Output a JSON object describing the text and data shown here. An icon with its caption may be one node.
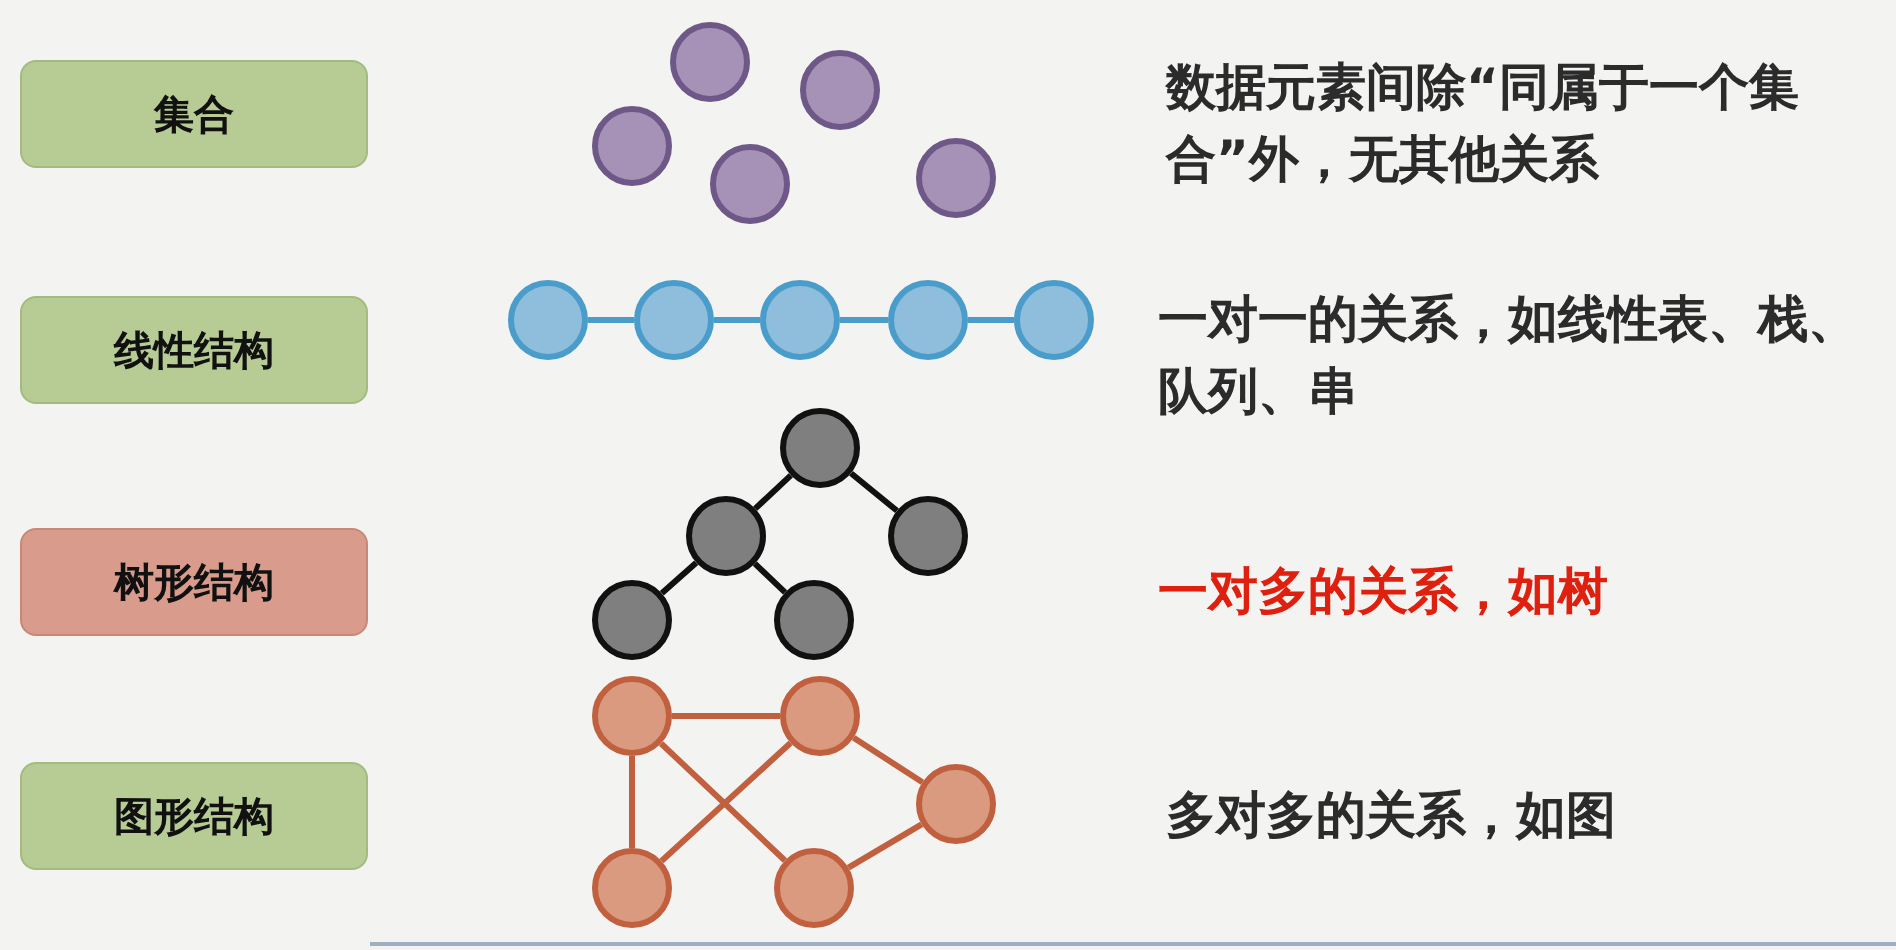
{
  "diagram": {
    "nodes": [
      {
        "text": [
          "集合"
        ]
      },
      {
        "text": [
          "线性结构"
        ]
      },
      {
        "text": [
          "树形结构"
        ]
      },
      {
        "text": [
          "图形结构"
        ]
      },
      {
        "text": [],
        "shape": "circle"
      },
      {
        "text": [],
        "shape": "circle"
      },
      {
        "text": [],
        "shape": "circle"
      },
      {
        "text": [],
        "shape": "circle"
      },
      {
        "text": [],
        "shape": "circle"
      },
      {
        "text": [],
        "shape": "circle"
      },
      {
        "text": [],
        "shape": "circle"
      },
      {
        "text": [],
        "shape": "circle"
      },
      {
        "text": [],
        "shape": "circle"
      },
      {
        "text": [],
        "shape": "circle"
      },
      {
        "text": [],
        "shape": "circle"
      },
      {
        "text": [],
        "shape": "circle"
      },
      {
        "text": [],
        "shape": "circle"
      },
      {
        "text": [],
        "shape": "circle"
      },
      {
        "text": [],
        "shape": "circle"
      },
      {
        "text": [],
        "shape": "circle"
      },
      {
        "text": [],
        "shape": "circle"
      },
      {
        "text": [],
        "shape": "circle"
      },
      {
        "text": [],
        "shape": "circle"
      },
      {
        "text": [],
        "shape": "circle"
      }
    ],
    "edges": [
      {
        "from": 9,
        "to": 10,
        "arrow": "none",
        "color": "#4a9ccb"
      },
      {
        "from": 10,
        "to": 11,
        "arrow": "none",
        "color": "#4a9ccb"
      },
      {
        "from": 11,
        "to": 12,
        "arrow": "none",
        "color": "#4a9ccb"
      },
      {
        "from": 12,
        "to": 13,
        "arrow": "none",
        "color": "#4a9ccb"
      },
      {
        "from": 14,
        "to": 15,
        "arrow": "none",
        "color": "#111111"
      },
      {
        "from": 14,
        "to": 16,
        "arrow": "none",
        "color": "#111111"
      },
      {
        "from": 15,
        "to": 17,
        "arrow": "none",
        "color": "#111111"
      },
      {
        "from": 15,
        "to": 18,
        "arrow": "none",
        "color": "#111111"
      },
      {
        "from": 19,
        "to": 20,
        "arrow": "none"
      },
      {
        "from": 19,
        "to": 22,
        "arrow": "none"
      },
      {
        "from": 19,
        "to": 23,
        "arrow": "none"
      },
      {
        "from": 20,
        "to": 22,
        "arrow": "none"
      },
      {
        "from": 20,
        "to": 21,
        "arrow": "none"
      },
      {
        "from": 21,
        "to": 23,
        "arrow": "none"
      }
    ],
    "labels": [
      "数据元素间除“同属于一个集合”外，无其他关系",
      "一对一的关系，如线性表、栈、队列、串",
      "一对多的关系，如树",
      "多对多的关系，如图"
    ]
  }
}
